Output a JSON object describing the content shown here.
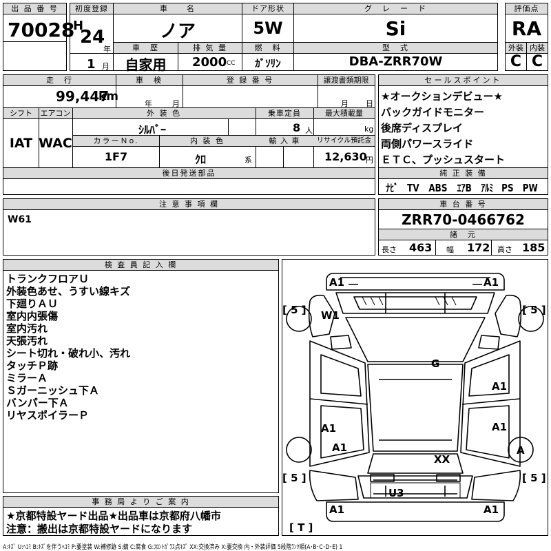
{
  "header": {
    "lot_label": "出 品 番 号",
    "lot_number": "70028",
    "first_reg_label": "初度登録",
    "era": "H",
    "year": "24",
    "year_unit": "年",
    "month": "1",
    "month_unit": "月",
    "car_name_label": "車　　名",
    "car_name": "ノア",
    "door_label": "ドア形状",
    "door": "5W",
    "grade_label": "グ　レ　ー　ド",
    "grade": "Si",
    "score_label": "評価点",
    "score": "RA",
    "history_label": "車　歴",
    "history": "自家用",
    "displacement_label": "排 気 量",
    "displacement": "2000",
    "displacement_unit": "CC",
    "fuel_label": "燃　料",
    "fuel": "ｶﾞｿﾘﾝ",
    "model_label": "型　式",
    "model": "DBA-ZRR70W",
    "exterior_label": "外装",
    "exterior": "C",
    "interior_label": "内装",
    "interior": "C"
  },
  "row2": {
    "mileage_label": "走　行",
    "mileage": "99,447",
    "mileage_unit": "km",
    "inspection_label": "車　検",
    "inspection_year_unit": "年",
    "inspection_month_unit": "月",
    "reg_number_label": "登 録 番 号",
    "transfer_label": "譲渡書類期限",
    "transfer_month_unit": "月",
    "transfer_day_unit": "日",
    "shift_label": "シフト",
    "shift": "IAT",
    "ac_label": "エアコン",
    "ac": "WAC",
    "color_label": "外 装 色",
    "color": "ｼﾙﾊﾞｰ",
    "capacity_label": "乗車定員",
    "capacity": "8",
    "capacity_unit": "人",
    "max_load_label": "最大積載量",
    "max_load_unit": "kg",
    "color_no_label": "カラーＮo.",
    "color_no": "1F7",
    "interior_color_label": "内 装 色",
    "interior_color": "ｸﾛ",
    "interior_color_unit": "系",
    "import_label": "輸 入 車",
    "recycle_label": "リサイクル預託金",
    "recycle": "12,630",
    "recycle_unit": "円",
    "later_parts_label": "後日発送部品"
  },
  "sales_points": {
    "label": "セールスポイント",
    "items": [
      "★オークションデビュー★",
      "バックガイドモニター",
      "後席ディスプレイ",
      "両側パワースライド",
      "ＥＴＣ、プッシュスタート"
    ]
  },
  "equipment": {
    "label": "純 正 装 備",
    "items": [
      "ﾅﾋﾞ",
      "TV",
      "ABS",
      "ｴｱB",
      "ｱﾙﾐ",
      "PS",
      "PW"
    ]
  },
  "notes": {
    "label": "注 意 事 項 欄",
    "text": "W61"
  },
  "chassis": {
    "label": "車 台 番 号",
    "number": "ZRR70-0466762",
    "specs_label": "諸　元",
    "length_label": "長さ",
    "length": "463",
    "width_label": "幅",
    "width": "172",
    "height_label": "高さ",
    "height": "185"
  },
  "inspector": {
    "label": "検 査 員 記 入 欄",
    "lines": [
      "トランクフロアＵ",
      "外装色あせ、うすい線キズ",
      "下廻りＡＵ",
      "室内内張傷",
      "室内汚れ",
      "天張汚れ",
      "シート切れ・破れ小、汚れ",
      "タッチＰ跡",
      "ミラーＡ",
      "Ｓガーニッシュ下Ａ",
      "バンパー下Ａ",
      "リヤスポイラーＰ"
    ]
  },
  "office": {
    "label": "事 務 局 よ り ご 案 内",
    "lines": [
      "★京都特設ヤード出品★出品車は京都府八幡市",
      "注意：搬出は京都特設ヤードになります"
    ]
  },
  "diagram_labels": {
    "a1_front_left": "A1",
    "a1_front_right": "A1",
    "w1": "W1",
    "g": "G",
    "a1_right_mid": "A1",
    "a1_right_lower": "A1",
    "a1_left_lower": "A1",
    "a1_left_rear": "A1",
    "a_wheel": "A",
    "xx": "XX",
    "u3": "U3",
    "a1_rear_left": "A1",
    "a1_rear_right": "A1",
    "tire_fl": "[ 5 ]",
    "tire_fr": "[ 5 ]",
    "tire_rl": "[ 5 ]",
    "tire_rr": "[ 5 ]",
    "spare": "[ T ]"
  },
  "legend": "A:ｷｽﾞ U:ﾍｺﾐ B:ｷｽﾞを伴うﾍｺﾐ P:要塗装 W:補修跡 S:錆 C:腐食 G:ﾌﾛﾝﾄｶﾞﾗｽ点ｷｽﾞ XX:交換済み X:要交換 内・外装評価 5段階ﾗﾝｸ順(A･B･C･D･E) 1"
}
